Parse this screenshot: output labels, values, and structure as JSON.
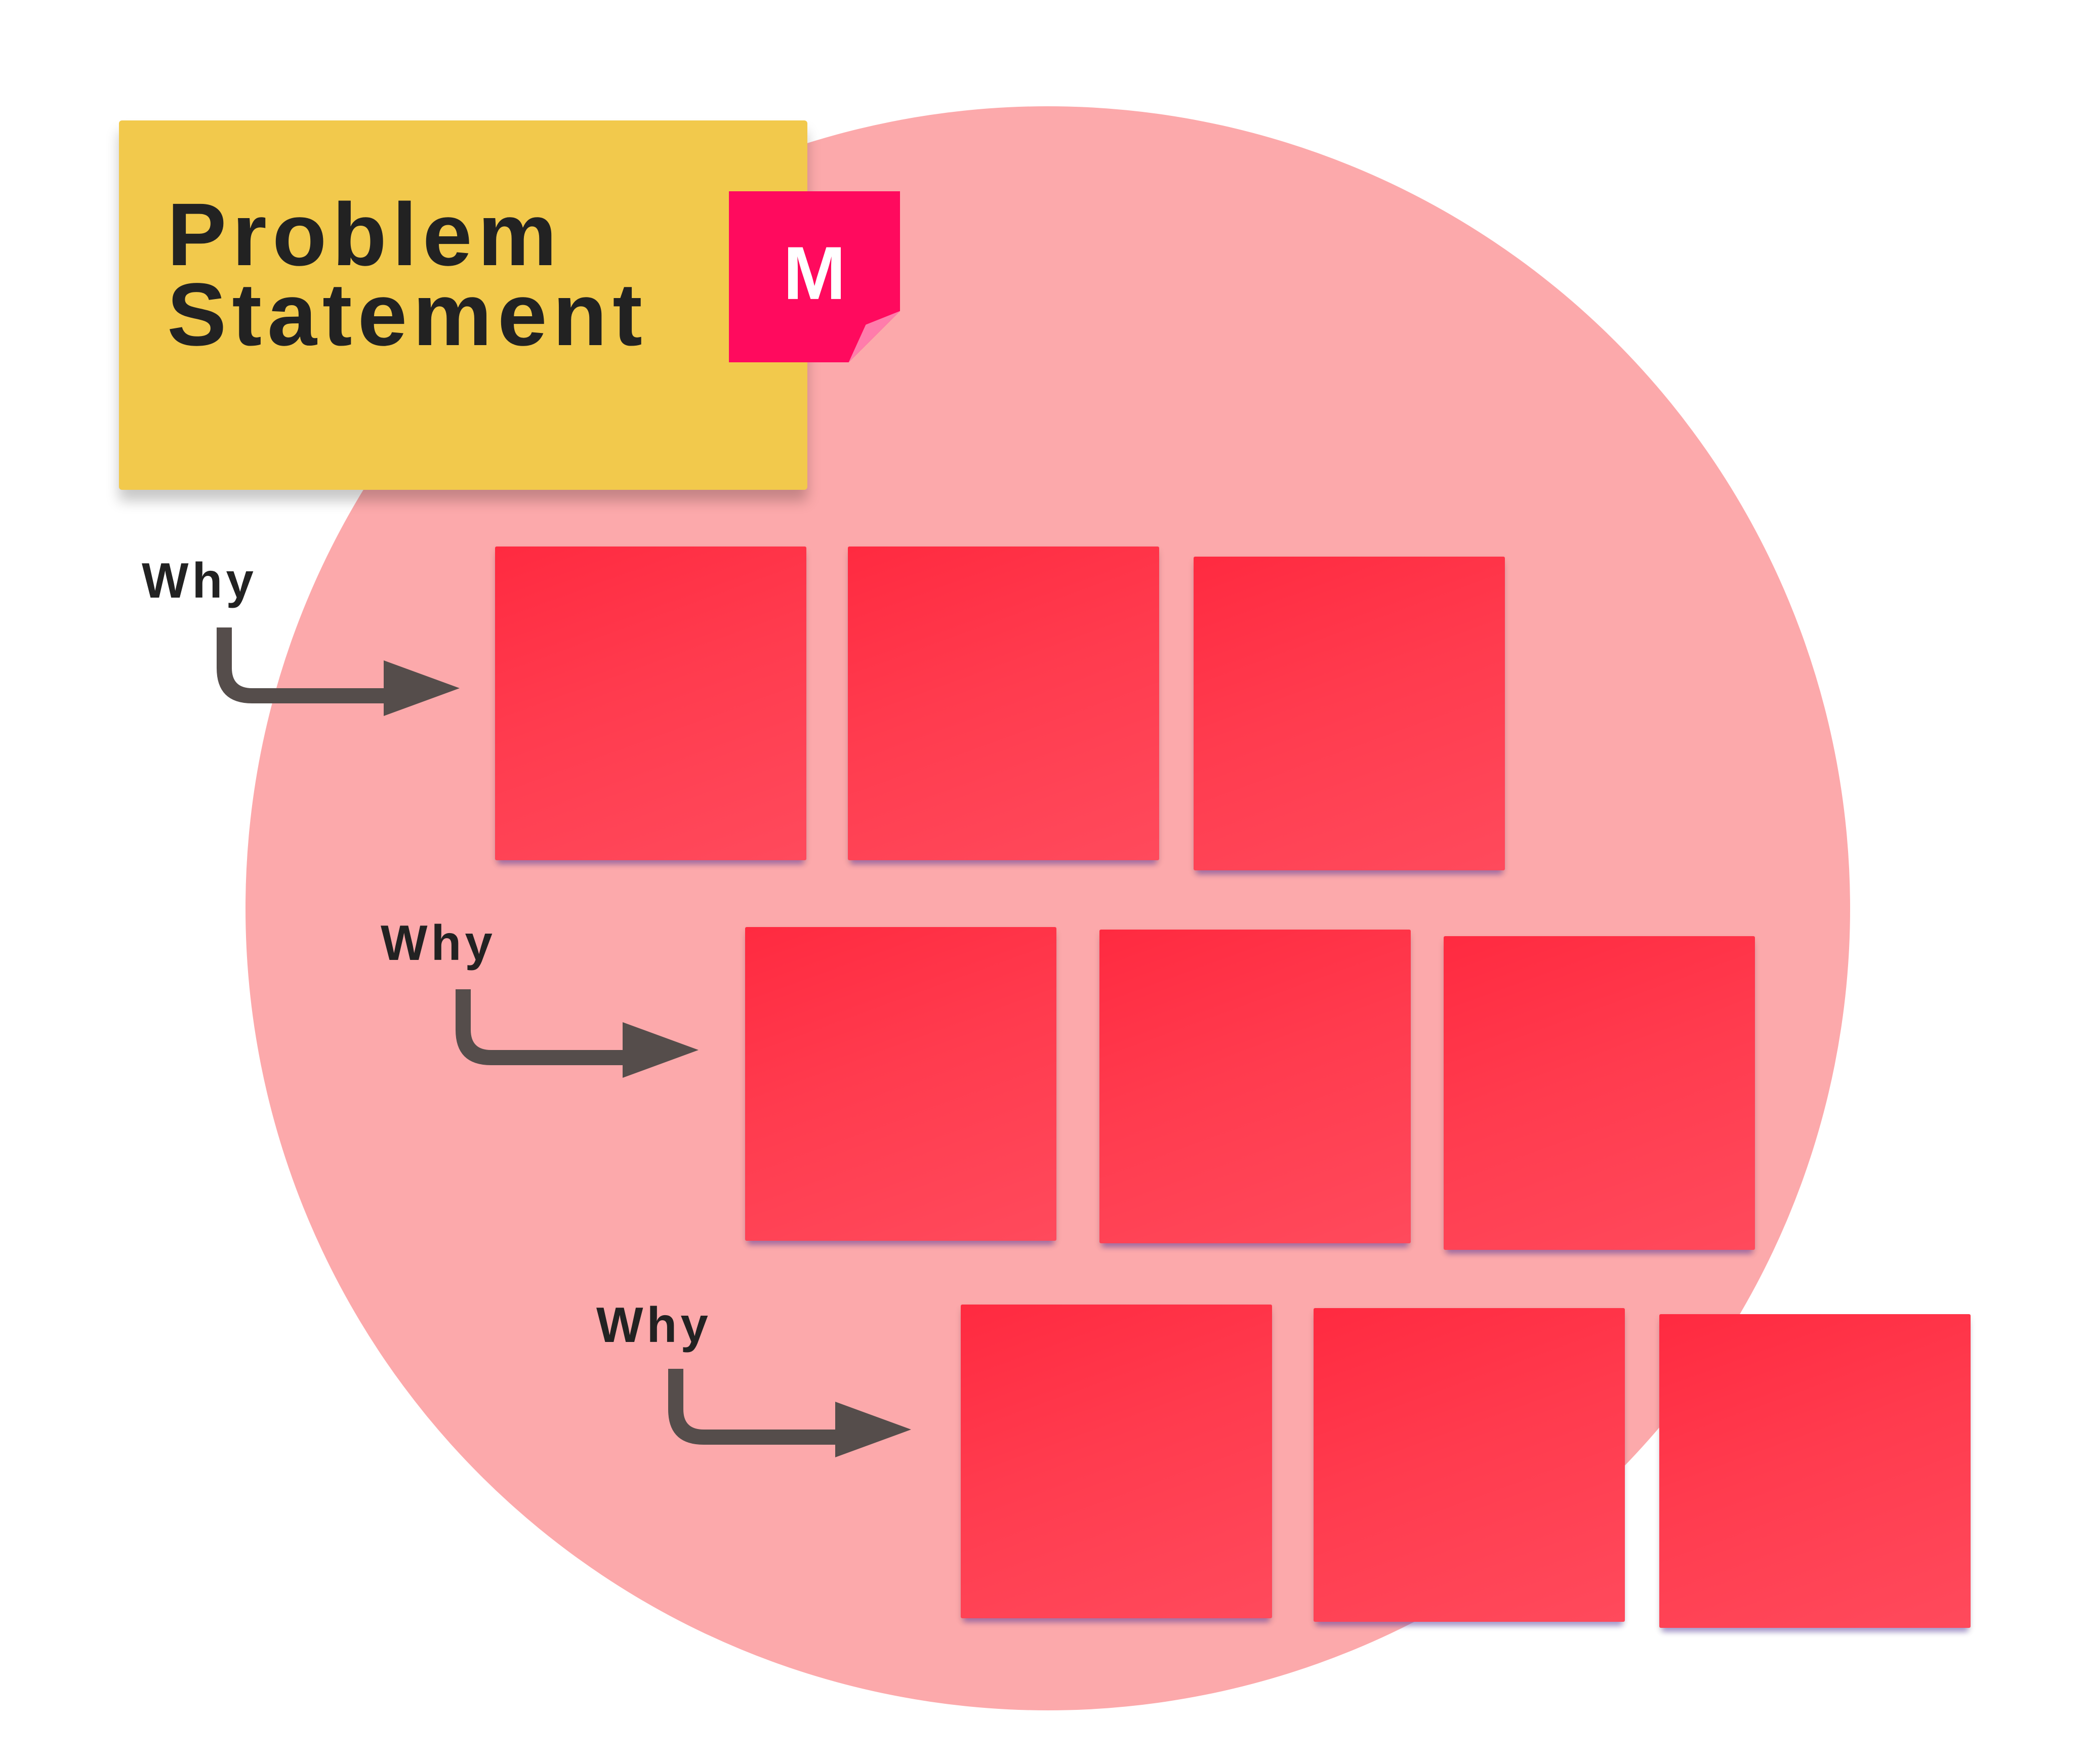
{
  "background_circle": {
    "color": "#fca9ab"
  },
  "problem_statement": {
    "title": "Problem\nStatement",
    "color": "#f2c94c"
  },
  "logo": {
    "letter": "M",
    "color": "#ff0a5e",
    "fold_color": "#ff7cab"
  },
  "arrow_color": "#554d4b",
  "sticky_note_color": "#ff3b4e",
  "rows": [
    {
      "label": "Why",
      "notes": 3
    },
    {
      "label": "Why",
      "notes": 3
    },
    {
      "label": "Why",
      "notes": 3
    }
  ]
}
